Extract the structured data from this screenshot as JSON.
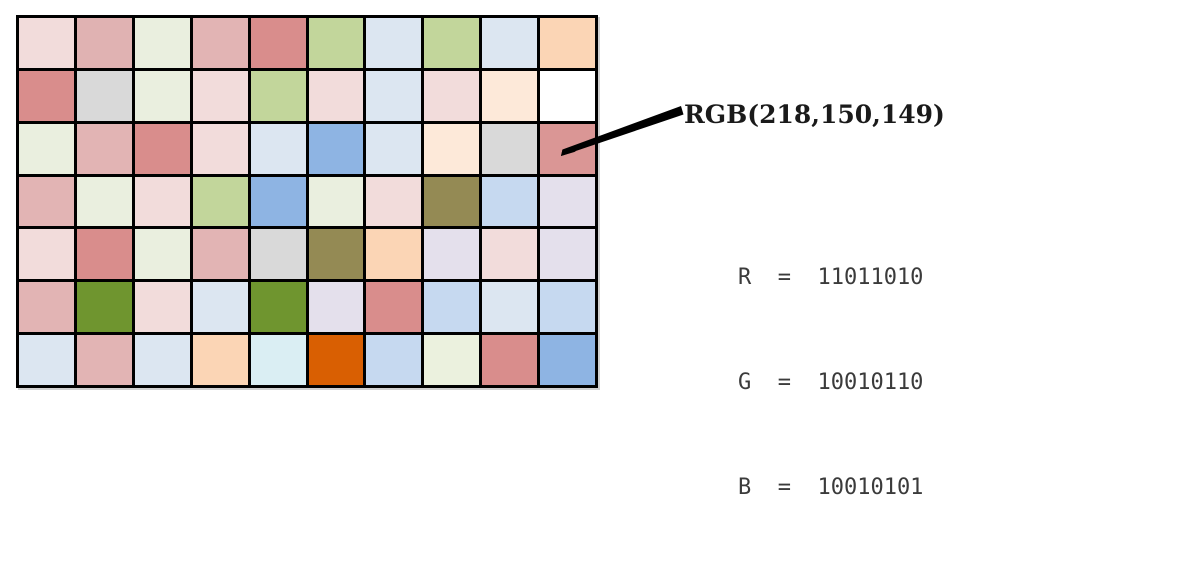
{
  "figure": {
    "title": "RGB pixel grid with callout",
    "background": "#ffffff"
  },
  "callout": {
    "rgb_label": "RGB(218,150,149)",
    "arrow_color": "#000000",
    "arrow_name": "pointer-arrow"
  },
  "binary": {
    "lines": [
      "R  =  11011010",
      "G  =  10010110",
      "B  =  10010101"
    ],
    "channels": [
      {
        "name": "R",
        "equals": "=",
        "bits": "11011010",
        "decimal": 218
      },
      {
        "name": "G",
        "equals": "=",
        "bits": "10010110",
        "decimal": 150
      },
      {
        "name": "B",
        "equals": "=",
        "bits": "10010101",
        "decimal": 149
      }
    ]
  },
  "grid": {
    "rows": 7,
    "cols": 10,
    "border_color": "#000000",
    "highlighted_cell": {
      "row": 3,
      "col": 10,
      "color": "#da9695"
    },
    "cells": [
      [
        "#f2dcdb",
        "#e0b2b2",
        "#eaefdf",
        "#e2b4b4",
        "#d98d8c",
        "#c2d69b",
        "#dce6f1",
        "#c2d69b",
        "#dce6f1",
        "#fbd5b5"
      ],
      [
        "#d98d8c",
        "#d9d9d9",
        "#eaefdf",
        "#f2dcdb",
        "#c2d69b",
        "#f2dcdb",
        "#dce6f1",
        "#f2dcdb",
        "#fde9d9",
        "#ffffff"
      ],
      [
        "#eaefdf",
        "#e2b4b4",
        "#d98d8c",
        "#f2dcdb",
        "#dce6f1",
        "#8eb4e3",
        "#dce6f1",
        "#fde9d9",
        "#d9d9d9",
        "#da9695"
      ],
      [
        "#e2b4b4",
        "#eaefdf",
        "#f2dcdb",
        "#c2d69b",
        "#8eb4e3",
        "#eaefdf",
        "#f2dcdb",
        "#948a54",
        "#c6d9f0",
        "#e4e0ec"
      ],
      [
        "#f2dcdb",
        "#d98d8c",
        "#eaefdf",
        "#e2b4b4",
        "#d9d9d9",
        "#948a54",
        "#fbd5b5",
        "#e4e0ec",
        "#f2dcdb",
        "#e4e0ec"
      ],
      [
        "#e2b4b4",
        "#6f952f",
        "#f2dcdb",
        "#dce6f1",
        "#6f952f",
        "#e4e0ec",
        "#d98d8c",
        "#c6d9f0",
        "#dce6f1",
        "#c6d9f0"
      ],
      [
        "#dce6f1",
        "#e2b4b4",
        "#dce6f1",
        "#fbd5b5",
        "#daeef3",
        "#d95f02",
        "#c6d9f0",
        "#ebf1de",
        "#d98d8c",
        "#8eb4e3"
      ]
    ]
  }
}
